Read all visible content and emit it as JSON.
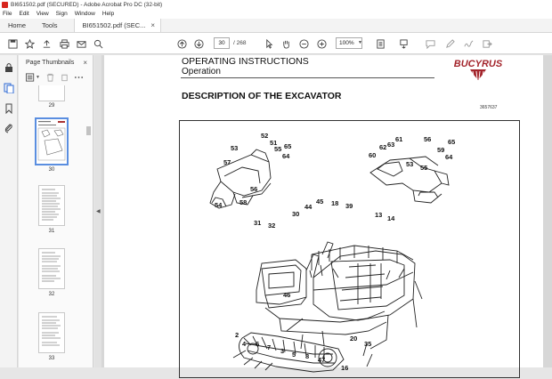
{
  "window": {
    "title": "BI651502.pdf (SECURED) - Adobe Acrobat Pro DC (32-bit)"
  },
  "menu": [
    "File",
    "Edit",
    "View",
    "Sign",
    "Window",
    "Help"
  ],
  "tabs": {
    "home": "Home",
    "tools": "Tools",
    "document": "BI651502.pdf (SEC..."
  },
  "toolbar": {
    "current_page": "30",
    "total_pages": "/ 268",
    "zoom": "100%"
  },
  "sidebar": {
    "title": "Page Thumbnails",
    "thumbnails": [
      {
        "label": "29"
      },
      {
        "label": "30"
      },
      {
        "label": "31"
      },
      {
        "label": "32"
      },
      {
        "label": "33"
      }
    ]
  },
  "document": {
    "header_title": "OPERATING INSTRUCTIONS",
    "header_subtitle": "Operation",
    "brand": "BUCYRUS",
    "section_title": "DESCRIPTION OF THE EXCAVATOR",
    "drawing_id": "3657637",
    "callouts": [
      {
        "t": "52"
      },
      {
        "t": "51"
      },
      {
        "t": "53"
      },
      {
        "t": "55"
      },
      {
        "t": "65"
      },
      {
        "t": "64"
      },
      {
        "t": "57"
      },
      {
        "t": "56"
      },
      {
        "t": "54"
      },
      {
        "t": "58"
      },
      {
        "t": "61"
      },
      {
        "t": "62"
      },
      {
        "t": "63"
      },
      {
        "t": "60"
      },
      {
        "t": "56"
      },
      {
        "t": "65"
      },
      {
        "t": "59"
      },
      {
        "t": "64"
      },
      {
        "t": "53"
      },
      {
        "t": "55"
      },
      {
        "t": "31"
      },
      {
        "t": "32"
      },
      {
        "t": "30"
      },
      {
        "t": "44"
      },
      {
        "t": "45"
      },
      {
        "t": "18"
      },
      {
        "t": "39"
      },
      {
        "t": "13"
      },
      {
        "t": "14"
      },
      {
        "t": "46"
      },
      {
        "t": "2"
      },
      {
        "t": "4"
      },
      {
        "t": "6"
      },
      {
        "t": "7"
      },
      {
        "t": "3"
      },
      {
        "t": "5"
      },
      {
        "t": "8"
      },
      {
        "t": "47"
      },
      {
        "t": "20"
      },
      {
        "t": "35"
      },
      {
        "t": "16"
      }
    ]
  }
}
